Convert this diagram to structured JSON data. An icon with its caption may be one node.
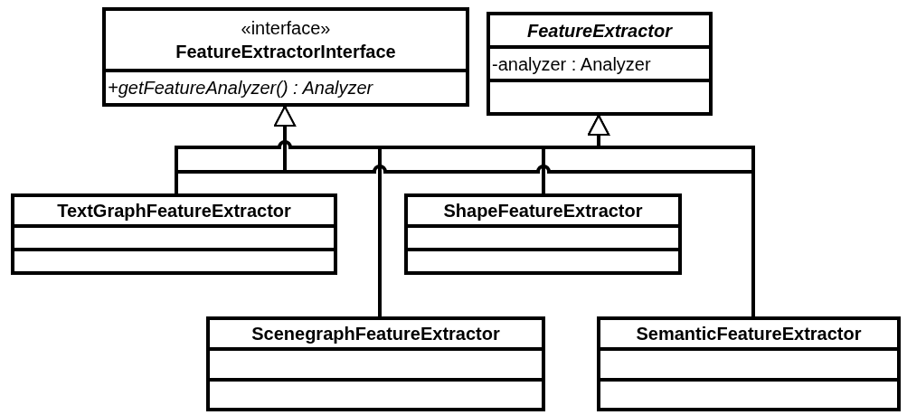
{
  "diagram": {
    "nodes": [
      {
        "text": [
          "«interface»",
          "FeatureExtractorInterface",
          "+getFeatureAnalyzer() : Analyzer"
        ]
      },
      {
        "text": [
          "FeatureExtractor",
          "-analyzer : Analyzer"
        ]
      },
      {
        "text": [
          "TextGraphFeatureExtractor"
        ]
      },
      {
        "text": [
          "ShapeFeatureExtractor"
        ]
      },
      {
        "text": [
          "ScenegraphFeatureExtractor"
        ]
      },
      {
        "text": [
          "SemanticFeatureExtractor"
        ]
      }
    ],
    "edges": [
      {
        "from": 2,
        "to": 0,
        "arrow": "to"
      },
      {
        "from": 5,
        "to": 0,
        "arrow": "to"
      },
      {
        "from": 2,
        "to": 1,
        "arrow": "to"
      },
      {
        "from": 3,
        "to": 1,
        "arrow": "to"
      },
      {
        "from": 4,
        "to": 1,
        "arrow": "to"
      },
      {
        "from": 5,
        "to": 1,
        "arrow": "to"
      }
    ]
  }
}
